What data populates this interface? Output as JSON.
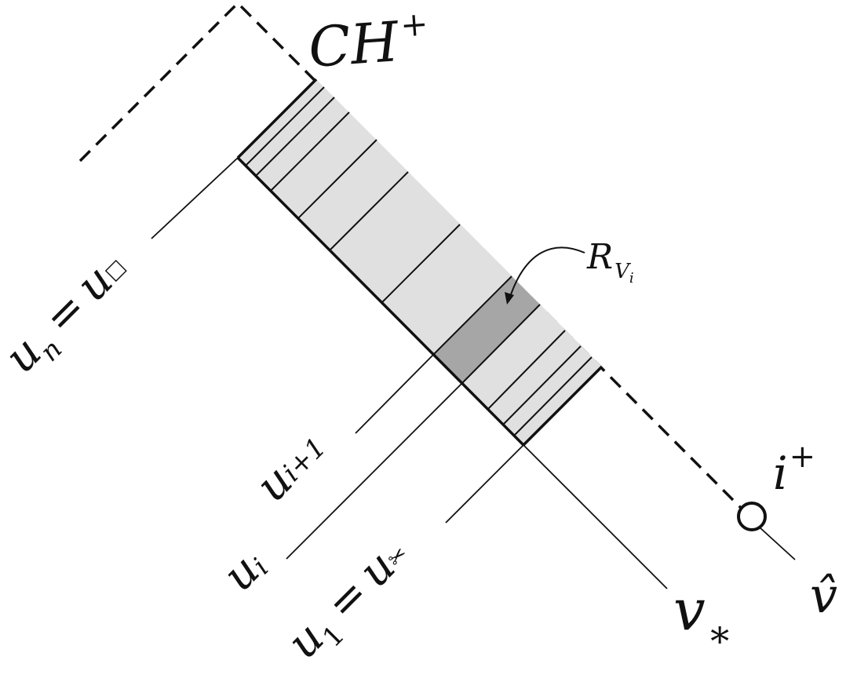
{
  "labels": {
    "cauchy_horizon": "CH",
    "cauchy_horizon_sup": "+",
    "timelike_infinity": "i",
    "timelike_infinity_sup": "+",
    "v_hat": "v̂",
    "v_star": "v",
    "v_star_sub": "∗",
    "region": "R",
    "region_sub": "V",
    "region_sub_i": "i",
    "u_n": "u",
    "u_n_sub": "n",
    "u_n_eq": "=",
    "u_n_val": "u",
    "u_n_val_sub": "□",
    "u_i1": "u",
    "u_i1_sub": "i+1",
    "u_i": "u",
    "u_i_sub": "i",
    "u_1": "u",
    "u_1_sub": "1",
    "u_1_eq": "=",
    "u_1_val": "u",
    "u_1_val_sub": "✂"
  },
  "colors": {
    "strip_fill": "#e0e0e0",
    "highlight_fill": "#a6a6a6",
    "line": "#111111",
    "background": "#ffffff"
  }
}
